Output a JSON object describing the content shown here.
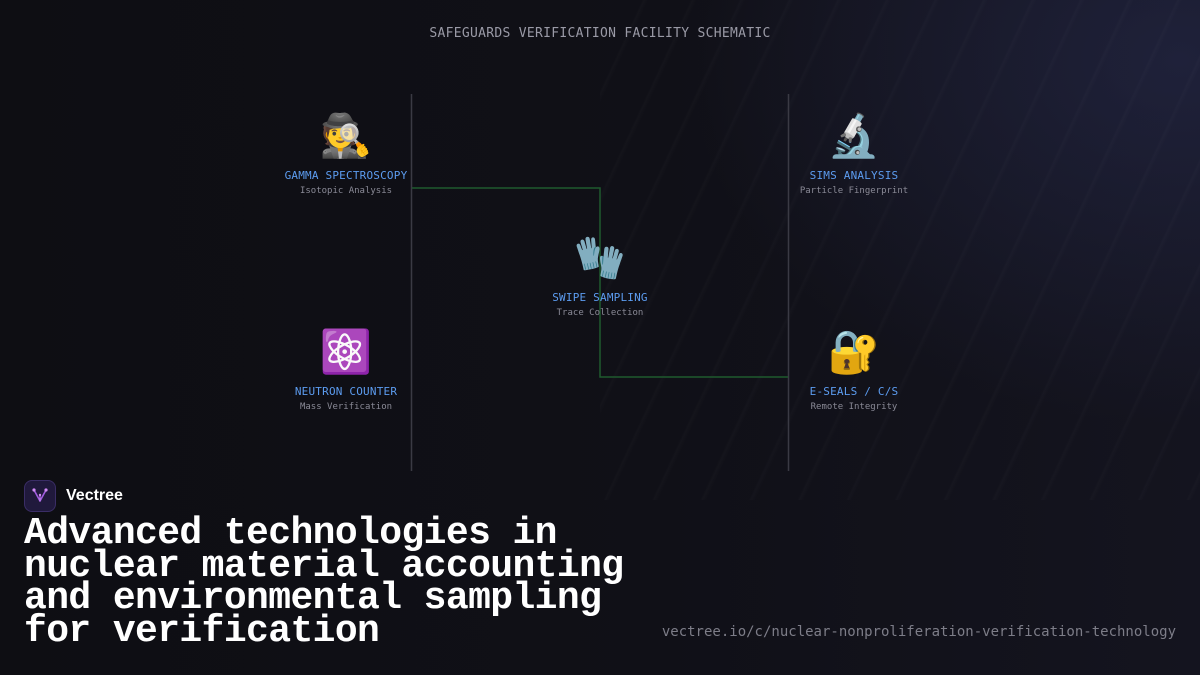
{
  "diagram": {
    "title": "SAFEGUARDS VERIFICATION FACILITY SCHEMATIC",
    "nodes": [
      {
        "id": "gamma",
        "icon": "detective-icon",
        "glyph": "🕵️",
        "label": "GAMMA SPECTROSCOPY",
        "sub": "Isotopic Analysis"
      },
      {
        "id": "sims",
        "icon": "microscope-icon",
        "glyph": "🔬",
        "label": "SIMS ANALYSIS",
        "sub": "Particle Fingerprint"
      },
      {
        "id": "swipe",
        "icon": "gloves-icon",
        "glyph": "🧤",
        "label": "SWIPE SAMPLING",
        "sub": "Trace Collection"
      },
      {
        "id": "neutron",
        "icon": "atom-icon",
        "glyph": "⚛️",
        "label": "NEUTRON COUNTER",
        "sub": "Mass Verification"
      },
      {
        "id": "eseals",
        "icon": "locked-with-key-icon",
        "glyph": "🔐",
        "label": "E-SEALS / C/S",
        "sub": "Remote Integrity"
      }
    ],
    "colors": {
      "label": "#5c9cf0",
      "wire": "#1f5a2e",
      "divider": "#3a3a44"
    }
  },
  "brand": {
    "name": "Vectree",
    "logo_icon": "vectree-logo-icon"
  },
  "headline": "Advanced technologies in nuclear material accounting and environmental sampling for verification",
  "url": "vectree.io/c/nuclear-nonproliferation-verification-technology"
}
